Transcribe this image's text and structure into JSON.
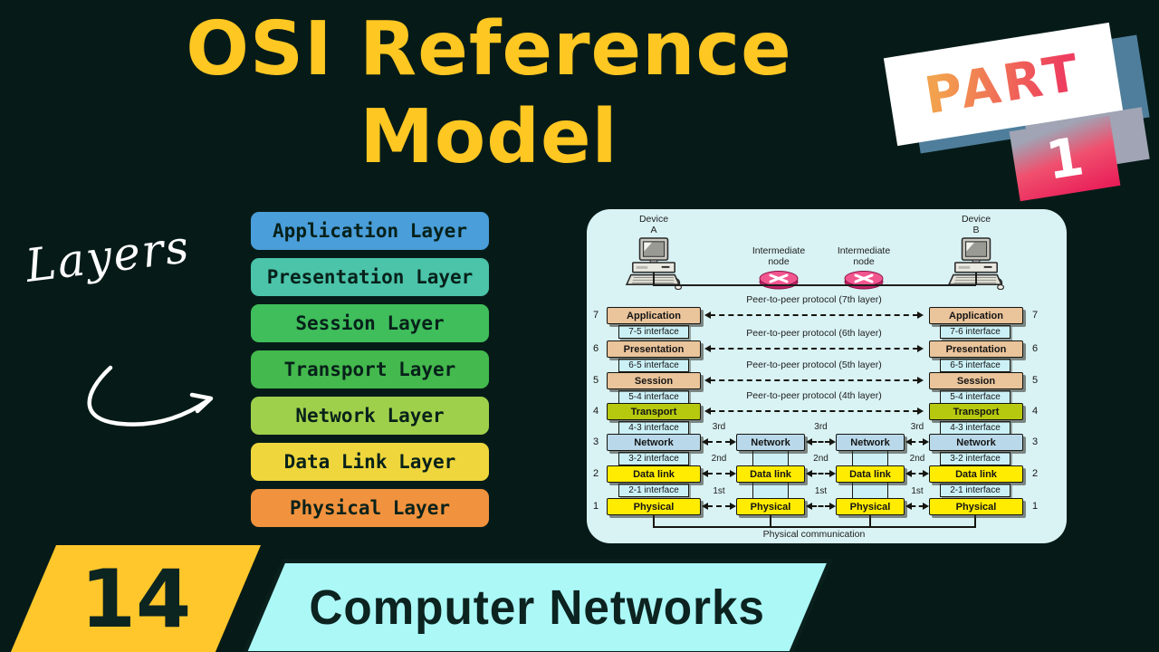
{
  "title": {
    "line1": "OSI Reference",
    "line2": "Model"
  },
  "badge": {
    "part": "PART",
    "number": "1"
  },
  "annotation": {
    "label": "Layers"
  },
  "stack": {
    "items": [
      {
        "label": "Application Layer",
        "color": "#4A9ED9"
      },
      {
        "label": "Presentation Layer",
        "color": "#4BC4A9"
      },
      {
        "label": "Session Layer",
        "color": "#3FBE5B"
      },
      {
        "label": "Transport Layer",
        "color": "#44B94D"
      },
      {
        "label": "Network Layer",
        "color": "#9FD04B"
      },
      {
        "label": "Data Link Layer",
        "color": "#EED63C"
      },
      {
        "label": "Physical Layer",
        "color": "#F1923E"
      }
    ]
  },
  "diagram": {
    "device_a": {
      "line1": "Device",
      "line2": "A"
    },
    "device_b": {
      "line1": "Device",
      "line2": "B"
    },
    "intermediate_nodes": [
      {
        "line1": "Intermediate",
        "line2": "node"
      },
      {
        "line1": "Intermediate",
        "line2": "node"
      }
    ],
    "rows": [
      {
        "num": "7",
        "label": "Application",
        "color": "#EAC49B",
        "peer_label": "Peer-to-peer protocol (7th layer)"
      },
      {
        "num": "6",
        "label": "Presentation",
        "color": "#EAC49B",
        "peer_label": "Peer-to-peer protocol (6th layer)"
      },
      {
        "num": "5",
        "label": "Session",
        "color": "#EAC49B",
        "peer_label": "Peer-to-peer protocol (5th layer)"
      },
      {
        "num": "4",
        "label": "Transport",
        "color": "#B6C90F",
        "peer_label": "Peer-to-peer protocol (4th layer)"
      },
      {
        "num": "3",
        "label": "Network",
        "color": "#B9D9EA",
        "hop_label": "3rd",
        "middle": true
      },
      {
        "num": "2",
        "label": "Data link",
        "color": "#FFEC00",
        "hop_label": "2nd",
        "middle": true
      },
      {
        "num": "1",
        "label": "Physical",
        "color": "#FFEC00",
        "hop_label": "1st",
        "middle": true
      }
    ],
    "interfaces_left": [
      "7-5 interface",
      "6-5 interface",
      "5-4 interface",
      "4-3 interface",
      "3-2 interface",
      "2-1 interface"
    ],
    "interfaces_right": [
      "7-6 interface",
      "6-5 interface",
      "5-4 interface",
      "4-3 interface",
      "3-2 interface",
      "2-1 interface"
    ],
    "footer": "Physical communication",
    "colors": {
      "panel": "#D9F2F4",
      "interface": "#CBF1F7",
      "router_node": "#F2568F"
    }
  },
  "bottom": {
    "number": "14",
    "series": "Computer Networks"
  },
  "colors": {
    "background": "#061B18",
    "title": "#FFC722",
    "bottom_yellow": "#FFC72B",
    "bottom_cyan": "#ABF8F7",
    "badge_blue": "#4E7E9B",
    "badge_gray": "#A0A4B4",
    "badge_pink": "#E81B57",
    "part_gradient_start": "#F2A24E",
    "part_gradient_end": "#EE3D5F"
  }
}
